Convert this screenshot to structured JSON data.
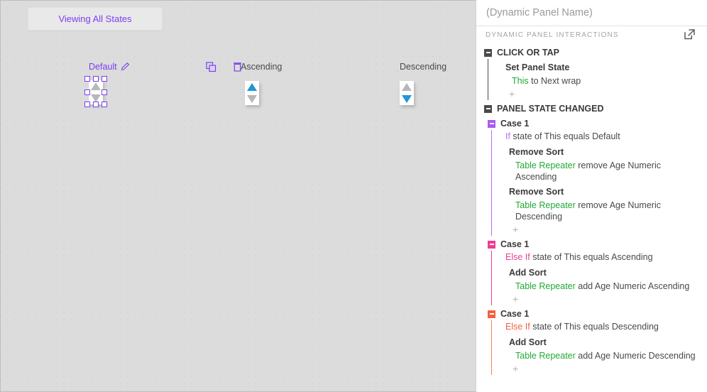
{
  "canvas": {
    "viewing_button_label": "Viewing All States",
    "states": [
      {
        "name": "Default",
        "label": "Default",
        "active": true,
        "sort": "none",
        "selected": true
      },
      {
        "name": "Ascending",
        "label": "Ascending",
        "active": false,
        "sort": "ascending",
        "selected": false
      },
      {
        "name": "Descending",
        "label": "Descending",
        "active": false,
        "sort": "descending",
        "selected": false
      }
    ],
    "icons": {
      "edit": "pencil-icon",
      "duplicate": "duplicate-icon",
      "delete": "trash-icon"
    },
    "accent_color": "#7b3ff2",
    "sort_active_color": "#2196d6",
    "sort_inactive_color": "#b8b8b8"
  },
  "panel": {
    "name_placeholder": "(Dynamic Panel Name)",
    "name_value": "",
    "section_caption": "DYNAMIC PANEL INTERACTIONS",
    "expand_icon": "external-link-icon",
    "add_label": "+",
    "events": [
      {
        "title": "CLICK OR TAP",
        "marker_color": "#4a4a4a",
        "actions": [
          {
            "name": "Set Panel State",
            "target": "This",
            "detail": " to Next wrap"
          }
        ],
        "add_label": "+"
      },
      {
        "title": "PANEL STATE CHANGED",
        "marker_color": "#4a4a4a",
        "cases": [
          {
            "title": "Case 1",
            "marker_color": "#a95cf0",
            "bar_color": "#b86ef5",
            "keyword": "If",
            "keyword_class": "kw-if",
            "condition": " state of This equals Default",
            "actions": [
              {
                "name": "Remove Sort",
                "target": "Table Repeater",
                "detail": " remove Age Numeric Ascending"
              },
              {
                "name": "Remove Sort",
                "target": "Table Repeater",
                "detail": " remove Age Numeric Descending"
              }
            ],
            "add_label": "+"
          },
          {
            "title": "Case 1",
            "marker_color": "#ee3d96",
            "bar_color": "#ee3d96",
            "keyword": "Else If",
            "keyword_class": "kw-elseif",
            "condition": " state of This equals Ascending",
            "actions": [
              {
                "name": "Add Sort",
                "target": "Table Repeater",
                "detail": " add Age Numeric Ascending"
              }
            ],
            "add_label": "+"
          },
          {
            "title": "Case 1",
            "marker_color": "#f4603f",
            "bar_color": "#f4805f",
            "keyword": "Else If",
            "keyword_class": "kw-elseif-o",
            "condition": " state of This equals Descending",
            "actions": [
              {
                "name": "Add Sort",
                "target": "Table Repeater",
                "detail": " add Age Numeric Descending"
              }
            ],
            "add_label": "+"
          }
        ]
      }
    ]
  }
}
